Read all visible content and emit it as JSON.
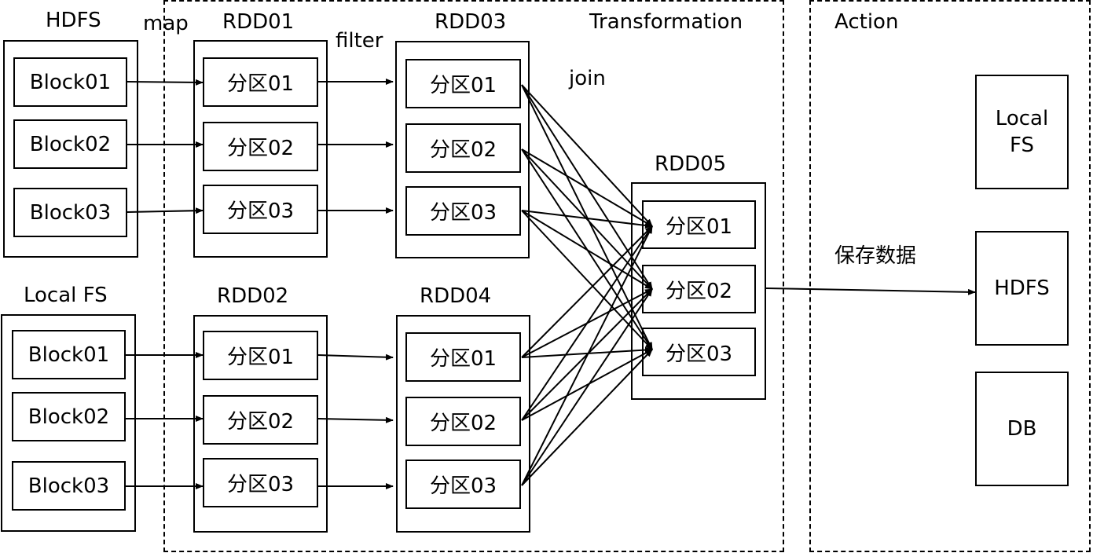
{
  "regions": {
    "transformation": "Transformation",
    "action": "Action"
  },
  "operations": {
    "map": "map",
    "filter": "filter",
    "join": "join",
    "save": "保存数据"
  },
  "sources": {
    "hdfs": {
      "title": "HDFS",
      "blocks": [
        "Block01",
        "Block02",
        "Block03"
      ]
    },
    "local_fs": {
      "title": "Local FS",
      "blocks": [
        "Block01",
        "Block02",
        "Block03"
      ]
    }
  },
  "rdds": {
    "rdd01": {
      "title": "RDD01",
      "partitions": [
        "分区01",
        "分区02",
        "分区03"
      ]
    },
    "rdd02": {
      "title": "RDD02",
      "partitions": [
        "分区01",
        "分区02",
        "分区03"
      ]
    },
    "rdd03": {
      "title": "RDD03",
      "partitions": [
        "分区01",
        "分区02",
        "分区03"
      ]
    },
    "rdd04": {
      "title": "RDD04",
      "partitions": [
        "分区01",
        "分区02",
        "分区03"
      ]
    },
    "rdd05": {
      "title": "RDD05",
      "partitions": [
        "分区01",
        "分区02",
        "分区03"
      ]
    }
  },
  "targets": {
    "local_fs": "Local\nFS",
    "hdfs": "HDFS",
    "db": "DB"
  }
}
